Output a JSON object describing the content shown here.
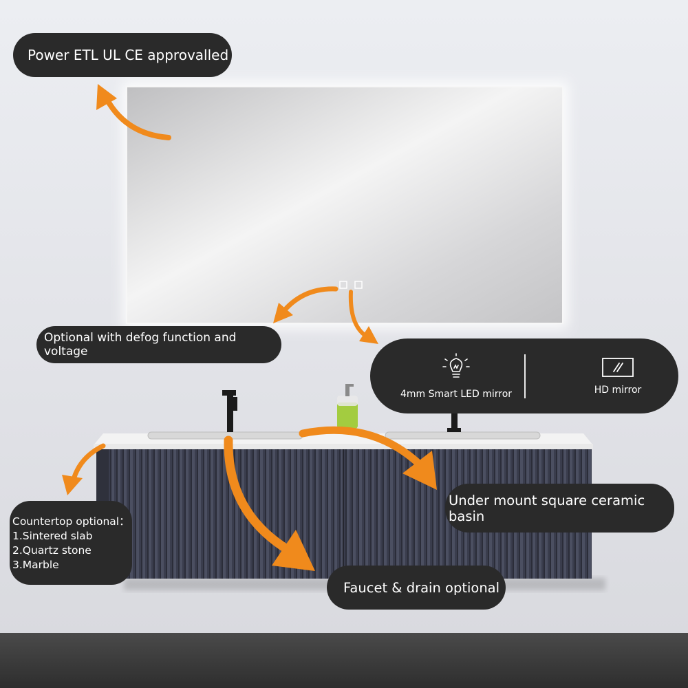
{
  "labels": {
    "power": "Power ETL  UL CE approvalled",
    "defog": "Optional with defog function and voltage",
    "basin": "Under mount square ceramic basin",
    "faucet": "Faucet & drain optional",
    "countertop": {
      "title": "Countertop optional：",
      "items": [
        "1.Sintered slab",
        "2.Quartz stone",
        "3.Marble"
      ]
    }
  },
  "features": [
    {
      "label": "4mm Smart LED mirror",
      "icon": "lightbulb-icon"
    },
    {
      "label": "HD mirror",
      "icon": "mirror-icon"
    }
  ],
  "colors": {
    "arrow": "#f08a1c",
    "label_bg": "#2a2a2a",
    "wall": "#e6e7ec",
    "floor": "#3a3a3a",
    "cabinet": "#3a3d4d"
  }
}
